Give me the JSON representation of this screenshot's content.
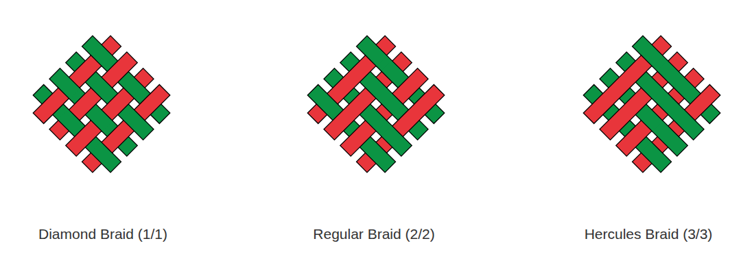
{
  "diagram": {
    "labels": [
      "Diamond Braid (1/1)",
      "Regular Braid (2/2)",
      "Hercules Braid (3/3)"
    ]
  }
}
